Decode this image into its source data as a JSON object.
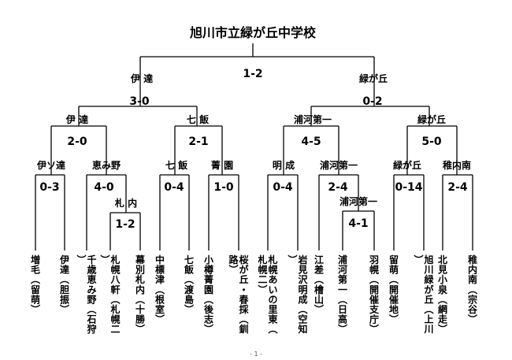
{
  "champion": "旭川市立緑が丘中学校",
  "footer": "- 1 -",
  "final": {
    "score": "1-2",
    "left": "伊 達",
    "right": "緑が丘"
  },
  "semis": [
    {
      "score": "3-0",
      "left": "伊 達",
      "right": "七 飯"
    },
    {
      "score": "0-2",
      "left": "浦河第一",
      "right": "緑が丘"
    }
  ],
  "quarters": [
    {
      "score": "2-0",
      "left": "伊ソ達",
      "right": "恵み野"
    },
    {
      "score": "2-1",
      "left": "七 飯",
      "right": "菁 園"
    },
    {
      "score": "4-5",
      "left": "明 成",
      "right": "浦河第一"
    },
    {
      "score": "5-0",
      "left": "緑が丘",
      "right": "稚内南"
    }
  ],
  "r16": [
    "0-3",
    "4-0",
    "0-4",
    "1-0",
    "0-4",
    "2-4",
    "0-14",
    "2-4"
  ],
  "r32": [
    {
      "score": "1-2",
      "label": "札 内"
    },
    {
      "score": "4-1",
      "label": "浦河第一"
    }
  ],
  "teams": [
    {
      "name": "増毛",
      "region": "（留萌）"
    },
    {
      "name": "伊達",
      "region": "（胆振）"
    },
    {
      "name": "千歳恵み野",
      "region": "（石狩）"
    },
    {
      "name": "札幌八軒",
      "region": "（札幌二）"
    },
    {
      "name": "幕別札内",
      "region": "（十勝）"
    },
    {
      "name": "中標津",
      "region": "（根室）"
    },
    {
      "name": "七飯",
      "region": "（渡島）"
    },
    {
      "name": "小樽菁園",
      "region": "（後志）"
    },
    {
      "name": "桜が丘・春採",
      "region": "（釧路）"
    },
    {
      "name": "札幌あいの里東",
      "region": "（札幌二）"
    },
    {
      "name": "岩見沢明成",
      "region": "（空知）"
    },
    {
      "name": "江差",
      "region": "（檜山）"
    },
    {
      "name": "浦河第一",
      "region": "（日高）"
    },
    {
      "name": "羽幌",
      "region": "（開催支庁）"
    },
    {
      "name": "留萌",
      "region": "（開催地）"
    },
    {
      "name": "旭川緑が丘",
      "region": "（上川）"
    },
    {
      "name": "北見小泉",
      "region": "（網走）"
    },
    {
      "name": "稚内南",
      "region": "（宗谷）"
    }
  ]
}
